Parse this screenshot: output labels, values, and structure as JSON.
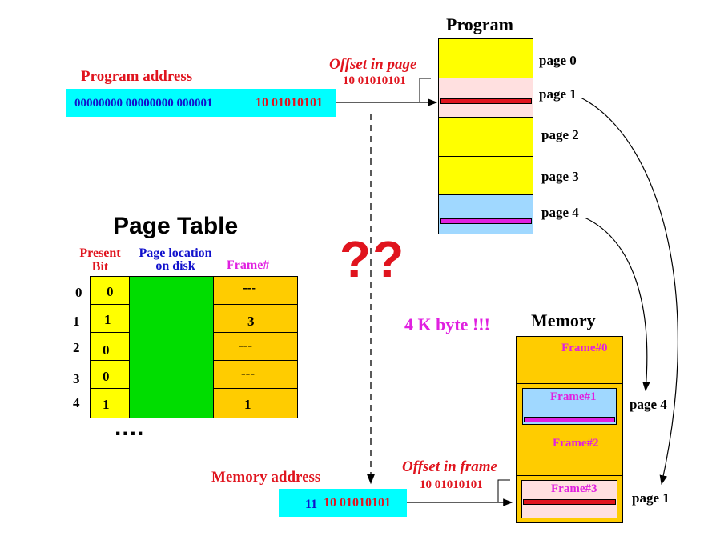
{
  "program": {
    "title": "Program",
    "pages": [
      "page 0",
      "page 1",
      "page 2",
      "page 3",
      "page 4"
    ]
  },
  "program_address": {
    "label": "Program address",
    "bits_high": "00000000 00000000 000001",
    "bits_low": "10 01010101"
  },
  "offset_in_page": {
    "label": "Offset in page",
    "value": "10 01010101"
  },
  "question": "??",
  "page_table": {
    "title": "Page Table",
    "col_present": [
      "Present",
      "Bit"
    ],
    "col_location": [
      "Page location",
      "on disk"
    ],
    "col_frame": "Frame#",
    "row_indices": [
      "0",
      "1",
      "2",
      "3",
      "4"
    ],
    "present_bits": [
      "0",
      "1",
      "0",
      "0",
      "1"
    ],
    "frames": [
      "---",
      "3",
      "---",
      "---",
      "1"
    ],
    "more": "...."
  },
  "memory": {
    "title": "Memory",
    "size_note": "4 K byte !!!",
    "frames": [
      "Frame#0",
      "Frame#1",
      "Frame#2",
      "Frame#3"
    ],
    "loaded_page_frame1": "page 4",
    "loaded_page_frame3": "page 1"
  },
  "memory_address": {
    "label": "Memory address",
    "bits_high": "11",
    "bits_low": "10 01010101"
  },
  "offset_in_frame": {
    "label": "Offset in frame",
    "value": "10 01010101"
  },
  "colors": {
    "red": "#e0141e",
    "blue": "#1111cc",
    "magenta": "#e020e0",
    "cyan": "#00ffff",
    "yellow": "#ffff00",
    "green": "#00dd00",
    "gold": "#ffcc00"
  }
}
